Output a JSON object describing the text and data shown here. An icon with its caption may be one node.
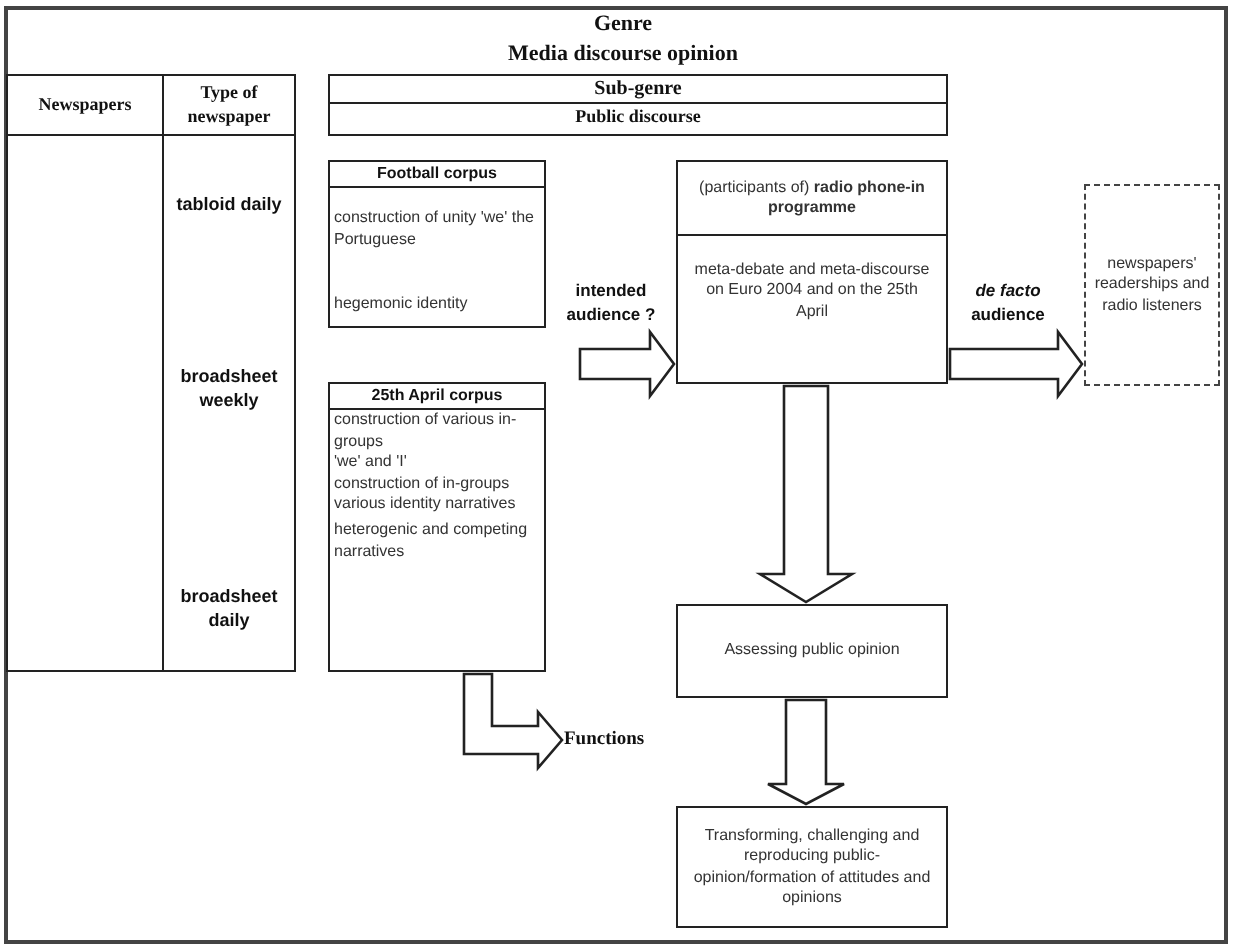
{
  "diagram": {
    "title": "Genre",
    "nodes": [
      {
        "text": [
          "Sub-genre",
          "Public discourse"
        ]
      },
      {
        "text": [
          "Football corpus",
          "construction of unity 'we' the Portuguese",
          "hegemonic identity"
        ]
      },
      {
        "text": [
          "25th April corpus",
          "construction of various in-groups",
          "'we' and 'I'",
          "construction of in-groups",
          "various identity narratives",
          "heterogenic and competing narratives"
        ]
      },
      {
        "text": [
          "(participants of) **radio phone-in programme**",
          "meta-debate and meta-discourse on Euro 2004  and on the 25th April"
        ]
      },
      {
        "text": [
          "newspapers' readerships and radio listeners"
        ]
      },
      {
        "text": [
          "Assessing public opinion"
        ]
      },
      {
        "text": [
          "Transforming, challenging and reproducing public-opinion/formation of attitudes and opinions"
        ]
      },
      {
        "text": [
          "Functions"
        ]
      }
    ],
    "edges": [
      {
        "from": null,
        "to": 3,
        "arrow": "to",
        "label": "intended audience ?"
      },
      {
        "from": 3,
        "to": 4,
        "arrow": "to",
        "label": "*de facto* audience"
      },
      {
        "from": 3,
        "to": 5,
        "arrow": "to"
      },
      {
        "from": 5,
        "to": 6,
        "arrow": "to"
      },
      {
        "from": 2,
        "to": 7,
        "arrow": "to"
      }
    ],
    "labels": [
      "Media discourse opinion",
      "Newspapers",
      "Type of newspaper",
      "tabloid daily",
      "broadsheet weekly",
      "broadsheet daily"
    ]
  }
}
